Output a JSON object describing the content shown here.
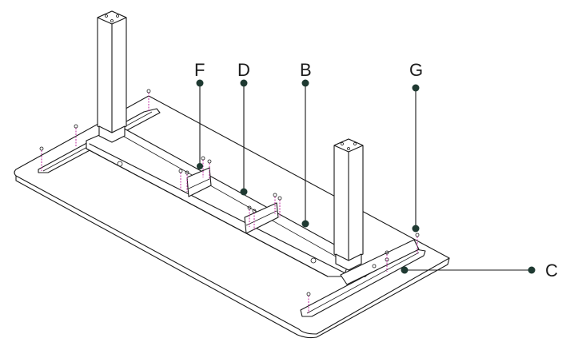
{
  "callouts": {
    "F": "F",
    "D": "D",
    "B": "B",
    "G": "G",
    "C": "C"
  },
  "colors": {
    "outline": "#1a1a1a",
    "dot": "#1f3a32",
    "screw_marker": "#c02aa0",
    "background": "#ffffff"
  }
}
